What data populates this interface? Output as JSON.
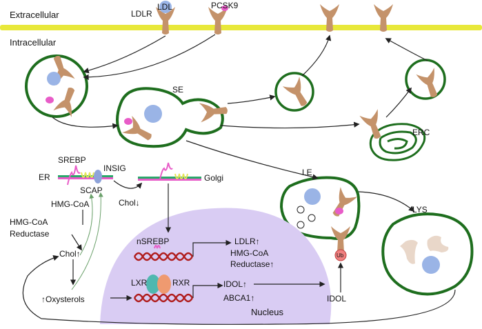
{
  "labels": {
    "extracellular": "Extracellular",
    "intracellular": "Intracellular",
    "ldlr": "LDLR",
    "ldl": "LDL",
    "pcsk9": "PCSK9",
    "se": "SE",
    "erc": "ERC",
    "le": "LE",
    "lys": "LYS",
    "srebp": "SREBP",
    "er": "ER",
    "insig": "INSIG",
    "scap": "SCAP",
    "golgi": "Golgi",
    "chol_down": "Chol↓",
    "hmg_coa": "HMG-CoA",
    "hmg_coa_reductase_line1": "HMG-CoA",
    "hmg_coa_reductase_line2": "Reductase",
    "chol_up": "Chol↑",
    "oxysterols": "↑Oxysterols",
    "nsrebp": "nSREBP",
    "target_ldlr": "LDLR↑",
    "target_hmg_line1": "HMG-CoA",
    "target_hmg_line2": "Reductase↑",
    "lxr": "LXR",
    "rxr": "RXR",
    "target_idol": "IDOL↑",
    "target_abca1": "ABCA1↑",
    "nucleus": "Nucleus",
    "idol": "IDOL",
    "ub": "Ub"
  },
  "colors": {
    "membrane": "#e8e83a",
    "vesicle_border": "#1e6e1e",
    "receptor": "#c4926a",
    "pcsk9": "#e85cc8",
    "ldl": "#9ab4e6",
    "nucleus_fill": "#d9ccf3",
    "dna": "#b01c1c",
    "scap": "#e6e65a",
    "insig": "#8ea3d9",
    "lxr": "#4fb8b0",
    "rxr": "#ef9a70",
    "ub": "#f08080"
  }
}
